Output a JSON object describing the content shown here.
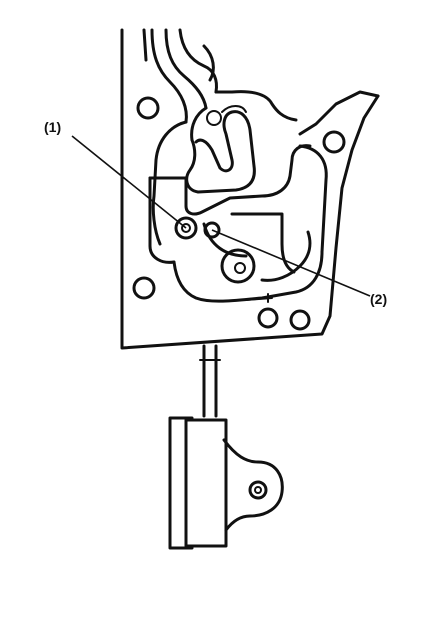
{
  "diagram": {
    "callouts": [
      {
        "id": "1",
        "label": "(1)"
      },
      {
        "id": "2",
        "label": "(2)"
      }
    ],
    "colors": {
      "ink": "#111111",
      "background": "#ffffff"
    }
  }
}
